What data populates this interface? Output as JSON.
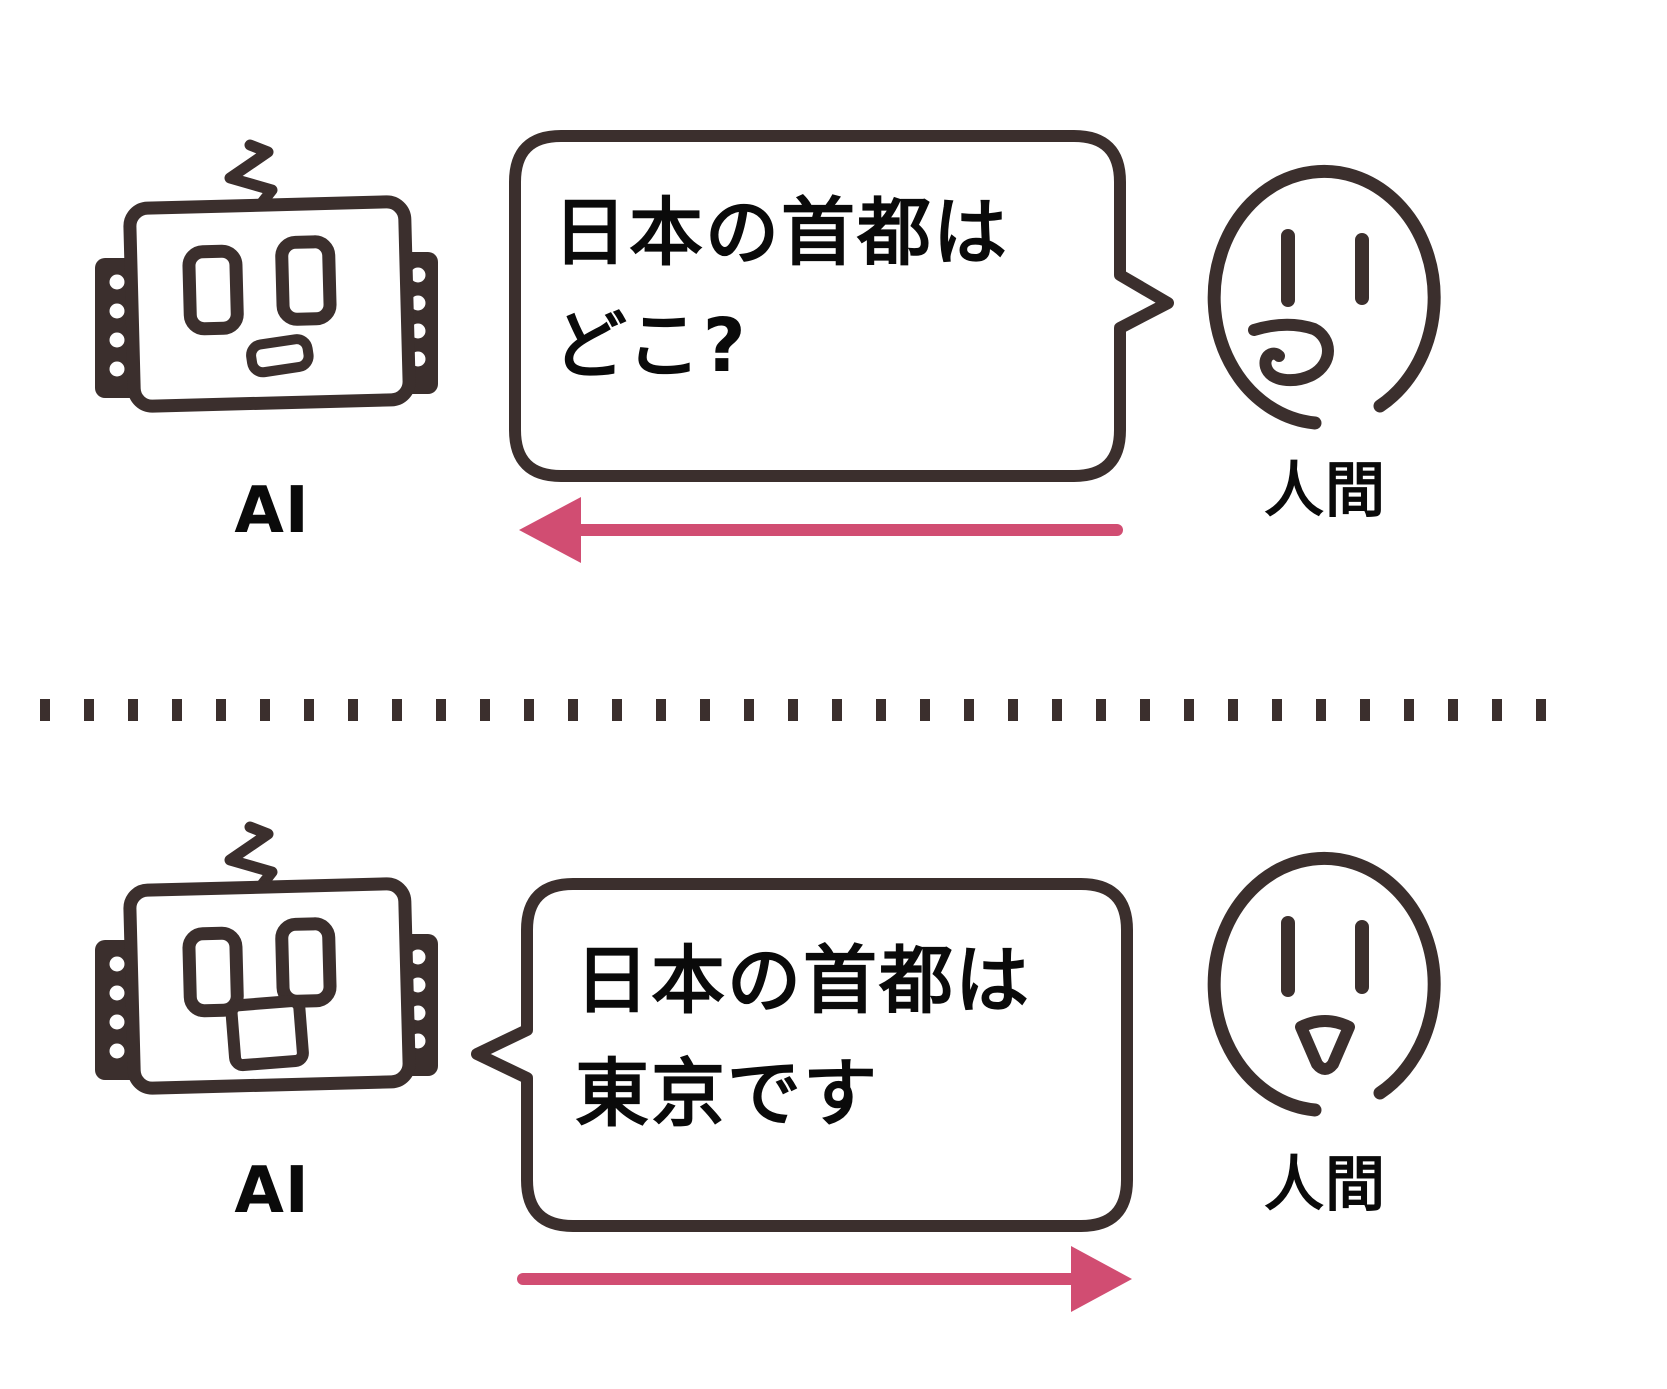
{
  "panels": {
    "top": {
      "ai_label": "AI",
      "human_label": "人間",
      "bubble": {
        "line1": "日本の首都は",
        "line2": "どこ?"
      },
      "arrow_direction": "left"
    },
    "bottom": {
      "ai_label": "AI",
      "human_label": "人間",
      "bubble": {
        "line1": "日本の首都は",
        "line2": "東京です"
      },
      "arrow_direction": "right"
    }
  },
  "colors": {
    "ink": "#3b2f2d",
    "text": "#0a0a0a",
    "arrow_pink": "#d14d72",
    "background": "#ffffff"
  }
}
